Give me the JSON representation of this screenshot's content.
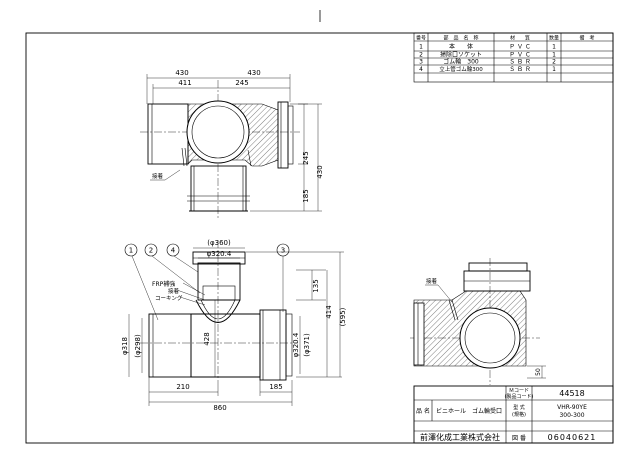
{
  "parts_table": {
    "headers": [
      "番号",
      "部　品　名　称",
      "材　　質",
      "数量",
      "備　考"
    ],
    "rows": [
      [
        "1",
        "本　　体",
        "Ｐ Ｖ Ｃ",
        "1",
        ""
      ],
      [
        "2",
        "掃除口ソケット",
        "Ｐ Ｖ Ｃ",
        "1",
        ""
      ],
      [
        "3",
        "ゴム輪　300",
        "Ｓ Ｂ Ｒ",
        "2",
        ""
      ],
      [
        "4",
        "立上管ゴム輪300",
        "Ｓ Ｂ Ｒ",
        "1",
        ""
      ]
    ]
  },
  "top_view": {
    "dims": {
      "left_total": "430",
      "right_total": "430",
      "left_inner": "411",
      "right_inner": "245",
      "v_upper": "245",
      "v_total": "430",
      "v_lower": "185"
    },
    "label_adhesive": "接着"
  },
  "front_view": {
    "callouts": [
      "1",
      "2",
      "4",
      "3"
    ],
    "dims": {
      "top_outer": "(φ360)",
      "top_inner": "φ320.4",
      "right_upper": "135",
      "right_mid": "414",
      "right_total": "(595)",
      "inner_428": "428",
      "left_outer": "φ318",
      "left_inner": "(φ298)",
      "right_od": "φ320.4",
      "right_od2": "(φ371)",
      "bottom_left": "210",
      "bottom_right": "185",
      "bottom_total": "860"
    },
    "labels": [
      "FRP補強",
      "接着",
      "コーキング"
    ]
  },
  "side_view": {
    "label_adhesive": "接着",
    "dim": "50"
  },
  "title_block": {
    "mcode_label": "Ｍコード\n(製品コード)",
    "mcode_value": "44518",
    "name_label": "品 名",
    "name_value": "ビニホール　ゴム輪受口",
    "model_label": "型 式\n(規格)",
    "model_value1": "VHR-90YE",
    "model_value2": "300-300",
    "company": "前澤化成工業株式会社",
    "drawing_label": "図 番",
    "drawing_value": "06040621"
  }
}
